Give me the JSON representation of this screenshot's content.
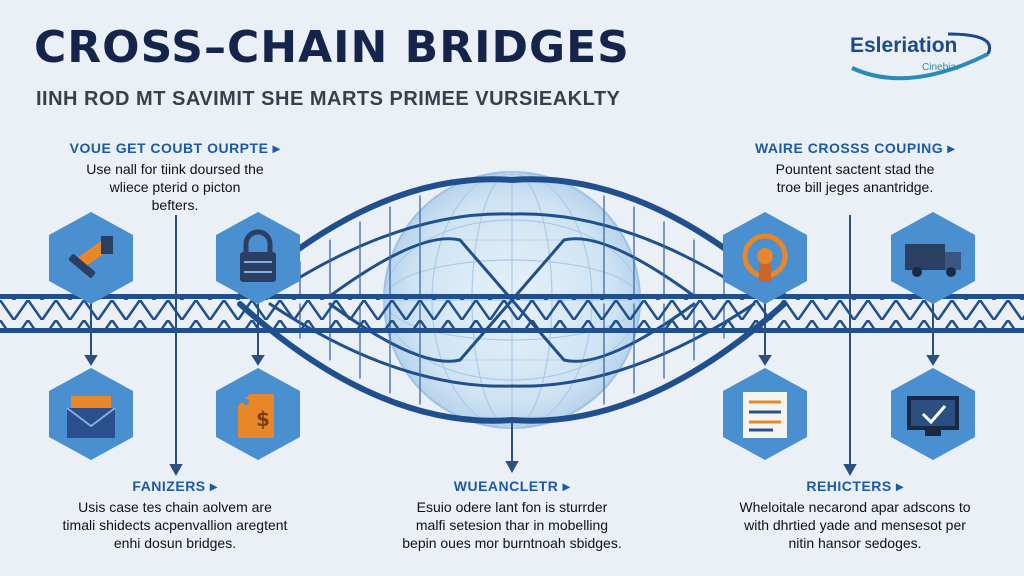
{
  "header": {
    "title": "CROSS–CHAIN BRIDGES",
    "subtitle": "IINH ROD MT SAVIMIT SHE MARTS PRIMEE VURSIEAKLTY"
  },
  "logo": {
    "name": "Esleriation",
    "sub": "Cinebia."
  },
  "sections": {
    "top_left": {
      "heading": "VOUE GET COUBT OURPTE ▸",
      "lines": [
        "Use nall for tiink doursed the",
        "wliece pterid o picton",
        "befters."
      ]
    },
    "top_right": {
      "heading": "WAIRE CROSSS COUPING ▸",
      "lines": [
        "Pountent sactent stad the",
        "troe bill jeges anantridge."
      ]
    },
    "bottom_left": {
      "heading": "FANIZERS ▸",
      "lines": [
        "Usis case tes chain aolvem are",
        "timali shidects acpenvallion aregtent",
        "enhi dosun bridges."
      ]
    },
    "bottom_center": {
      "heading": "WUEANCLETR ▸",
      "lines": [
        "Esuio odere lant fon is sturrder",
        "malfi setesion thar in mobelling",
        "bepin oues mor burntnoah sbidges."
      ]
    },
    "bottom_right": {
      "heading": "REHICTERS ▸",
      "lines": [
        "Wheloitale necarond apar adscons to",
        "with dhrtied yade and mensesot per",
        "nitin hansor sedoges."
      ]
    }
  },
  "icons": {
    "top_left_1": "tools-icon",
    "top_left_2": "padlock-icon",
    "top_right_1": "node-gear-icon",
    "top_right_2": "truck-icon",
    "bottom_left_1": "envelope-icon",
    "bottom_left_2": "money-tag-icon",
    "bottom_right_1": "document-list-icon",
    "bottom_right_2": "monitor-check-icon"
  },
  "colors": {
    "background": "#eaf0f6",
    "bridge_blue": "#1f4f8c",
    "accent_orange": "#e8872a",
    "hex_fill": "#4a8fd0",
    "globe_light": "#cfe3f3"
  }
}
